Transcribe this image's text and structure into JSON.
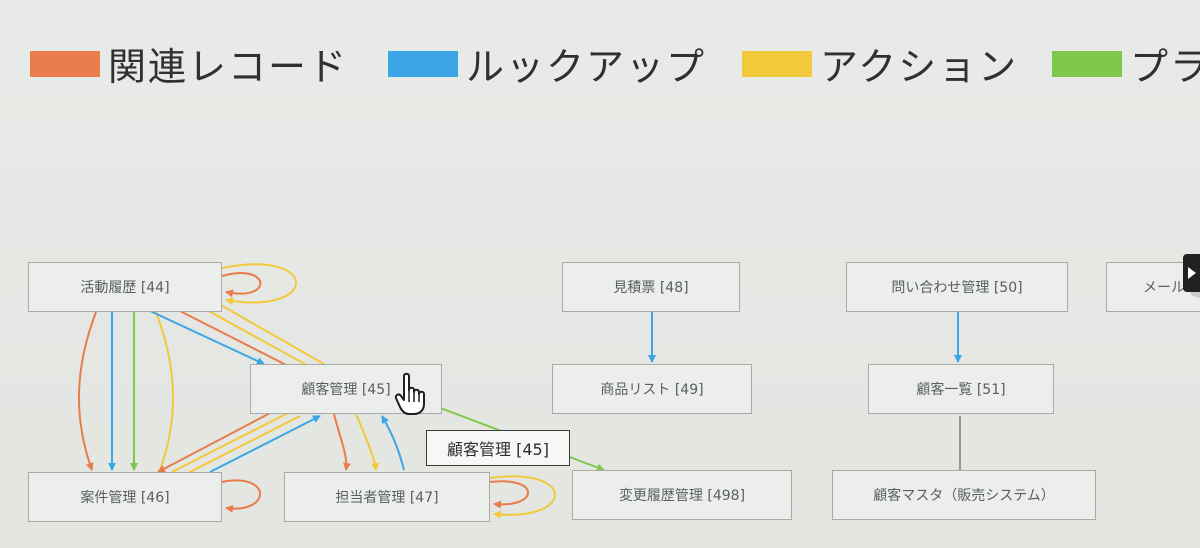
{
  "legend": {
    "items": [
      {
        "label": "関連レコード",
        "color": "#e87c4a"
      },
      {
        "label": "ルックアップ",
        "color": "#3aa6e6"
      },
      {
        "label": "アクション",
        "color": "#f2c93a"
      },
      {
        "label": "プラ",
        "color": "#7fc84a"
      }
    ]
  },
  "nodes": {
    "activity_history": "活動履歴 [44]",
    "customer_mgmt": "顧客管理 [45]",
    "deal_mgmt": "案件管理 [46]",
    "contact_mgmt": "担当者管理 [47]",
    "change_history": "変更履歴管理 [498]",
    "estimate": "見積票 [48]",
    "product_list": "商品リスト [49]",
    "inquiry_mgmt": "問い合わせ管理 [50]",
    "customer_list": "顧客一覧 [51]",
    "customer_master": "顧客マスタ（販売システム）",
    "mail": "メール"
  },
  "tooltip": {
    "text": "顧客管理 [45]"
  },
  "icons": {
    "cursor": "hand-pointer-icon",
    "scroll": "chevron-right-icon"
  }
}
